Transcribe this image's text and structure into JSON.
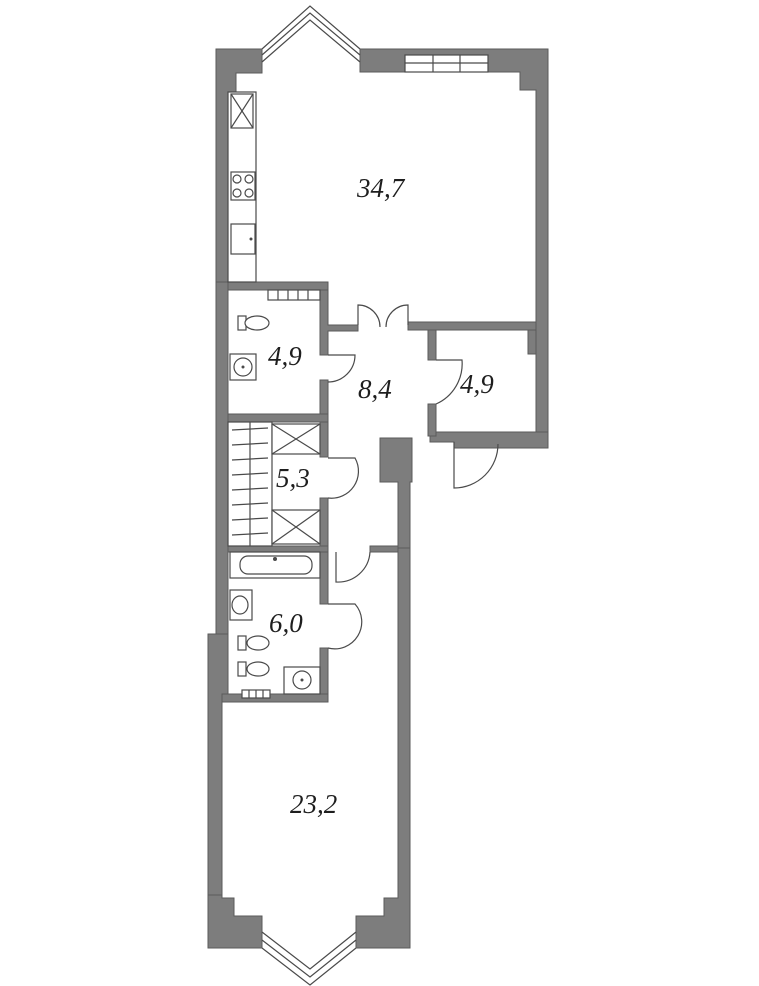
{
  "rooms": {
    "living_kitchen": {
      "area": "34,7"
    },
    "bathroom_top": {
      "area": "4,9"
    },
    "hall": {
      "area": "8,4"
    },
    "storage_right": {
      "area": "4,9"
    },
    "wardrobe": {
      "area": "5,3"
    },
    "bathroom_bottom": {
      "area": "6,0"
    },
    "bedroom": {
      "area": "23,2"
    }
  },
  "colors": {
    "wall": "#7d7d7d",
    "line": "#4a4a4a",
    "text": "#1e1e1e",
    "background": "#ffffff"
  }
}
